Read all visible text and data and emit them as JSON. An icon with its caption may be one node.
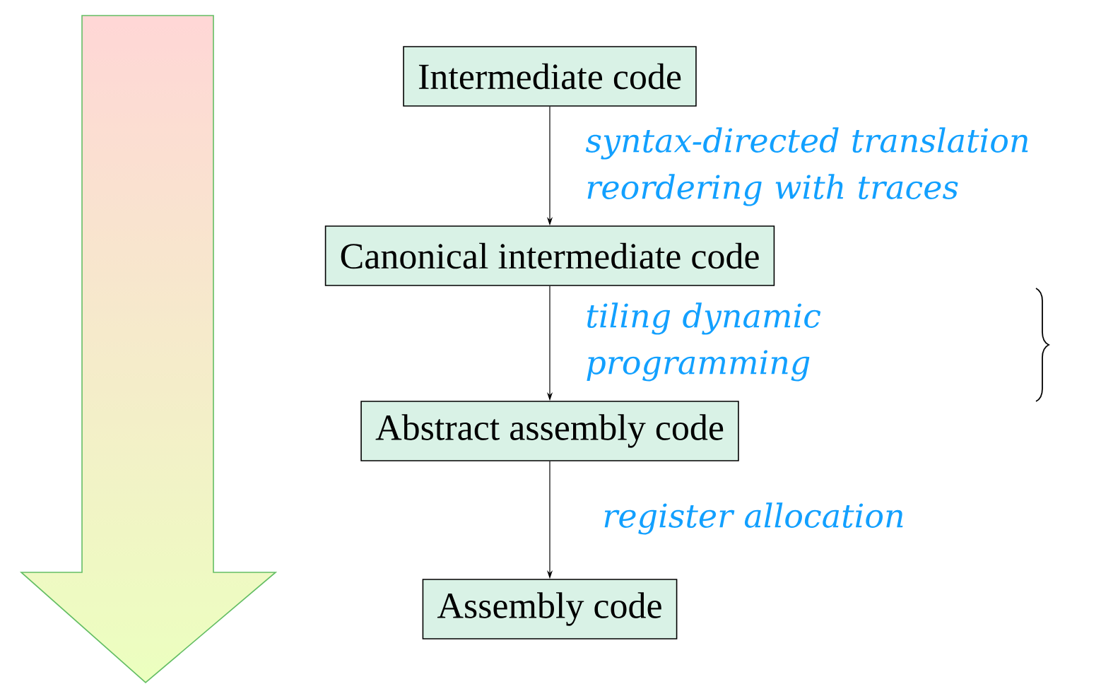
{
  "diagram": {
    "nodes": [
      {
        "text": [
          "Intermediate code"
        ]
      },
      {
        "text": [
          "Canonical intermediate code"
        ]
      },
      {
        "text": [
          "Abstract assembly code"
        ]
      },
      {
        "text": [
          "Assembly code"
        ]
      }
    ],
    "edges": [
      {
        "from": 0,
        "to": 1,
        "arrow": "to",
        "label": "syntax-directed translation reordering with traces"
      },
      {
        "from": 1,
        "to": 2,
        "arrow": "to",
        "label": "tiling dynamic programming"
      },
      {
        "from": 2,
        "to": 3,
        "arrow": "to",
        "label": "register allocation"
      }
    ]
  }
}
